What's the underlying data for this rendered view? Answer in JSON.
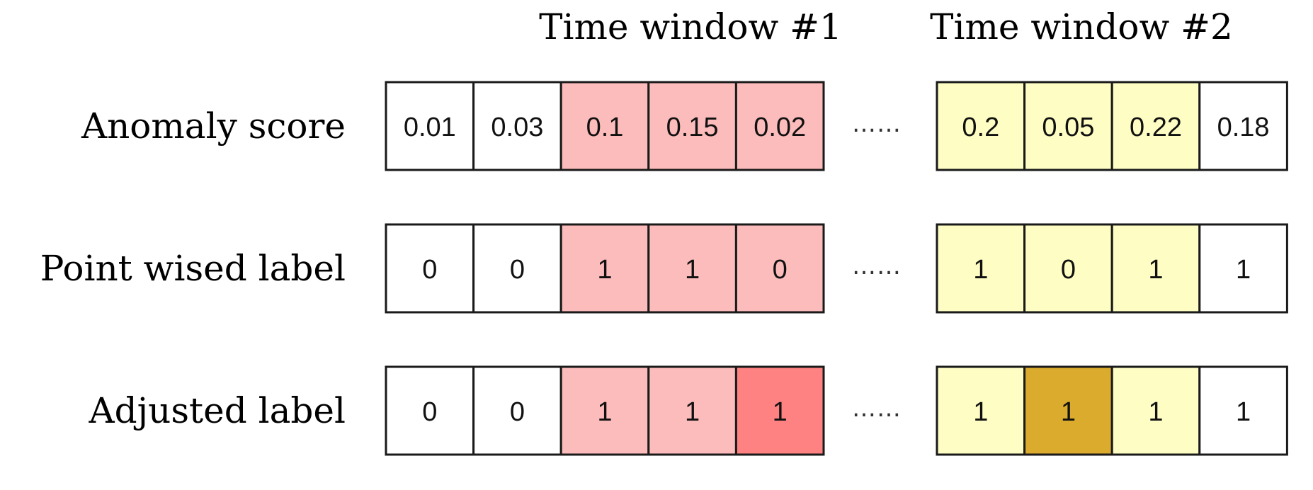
{
  "window_titles": [
    "Time window #1",
    "Time window #2"
  ],
  "ellipsis": "……",
  "colors": {
    "white": "#ffffff",
    "pink": "#fdbcbc",
    "red": "#fe8282",
    "light_yellow": "#fefdc4",
    "gold": "#dbab2e"
  },
  "rows": [
    {
      "label": "Anomaly score",
      "group1": [
        {
          "value": "0.01",
          "color": "white"
        },
        {
          "value": "0.03",
          "color": "white"
        },
        {
          "value": "0.1",
          "color": "pink"
        },
        {
          "value": "0.15",
          "color": "pink"
        },
        {
          "value": "0.02",
          "color": "pink"
        }
      ],
      "group2": [
        {
          "value": "0.2",
          "color": "light_yellow"
        },
        {
          "value": "0.05",
          "color": "light_yellow"
        },
        {
          "value": "0.22",
          "color": "light_yellow"
        },
        {
          "value": "0.18",
          "color": "white"
        }
      ]
    },
    {
      "label": "Point wised label",
      "group1": [
        {
          "value": "0",
          "color": "white"
        },
        {
          "value": "0",
          "color": "white"
        },
        {
          "value": "1",
          "color": "pink"
        },
        {
          "value": "1",
          "color": "pink"
        },
        {
          "value": "0",
          "color": "pink"
        }
      ],
      "group2": [
        {
          "value": "1",
          "color": "light_yellow"
        },
        {
          "value": "0",
          "color": "light_yellow"
        },
        {
          "value": "1",
          "color": "light_yellow"
        },
        {
          "value": "1",
          "color": "white"
        }
      ]
    },
    {
      "label": "Adjusted label",
      "group1": [
        {
          "value": "0",
          "color": "white"
        },
        {
          "value": "0",
          "color": "white"
        },
        {
          "value": "1",
          "color": "pink"
        },
        {
          "value": "1",
          "color": "pink"
        },
        {
          "value": "1",
          "color": "red"
        }
      ],
      "group2": [
        {
          "value": "1",
          "color": "light_yellow"
        },
        {
          "value": "1",
          "color": "gold"
        },
        {
          "value": "1",
          "color": "light_yellow"
        },
        {
          "value": "1",
          "color": "white"
        }
      ]
    }
  ]
}
